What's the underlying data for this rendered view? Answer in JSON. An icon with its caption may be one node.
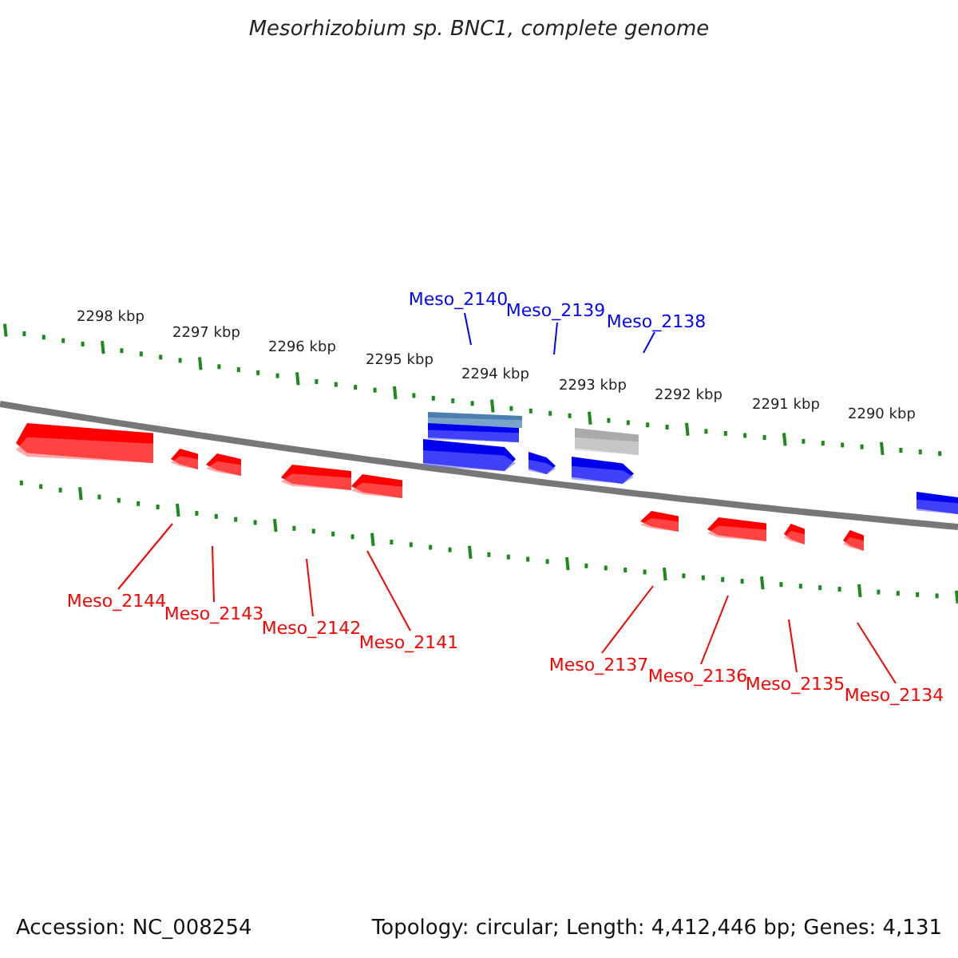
{
  "diagram": {
    "title": "Mesorhizobium sp. BNC1, complete genome",
    "nodes": [
      {
        "text": [
          "Meso_2140"
        ]
      },
      {
        "text": [
          "Meso_2139"
        ]
      },
      {
        "text": [
          "Meso_2138"
        ]
      },
      {
        "text": [
          "Meso_2144"
        ]
      },
      {
        "text": [
          "Meso_2143"
        ]
      },
      {
        "text": [
          "Meso_2142"
        ]
      },
      {
        "text": [
          "Meso_2141"
        ]
      },
      {
        "text": [
          "Meso_2137"
        ]
      },
      {
        "text": [
          "Meso_2136"
        ]
      },
      {
        "text": [
          "Meso_2135"
        ]
      },
      {
        "text": [
          "Meso_2134"
        ]
      }
    ],
    "edges": [
      {
        "from": 0,
        "to": null,
        "arrow": "none",
        "color": "#0000ff"
      },
      {
        "from": 1,
        "to": null,
        "arrow": "none",
        "color": "#0000ff"
      },
      {
        "from": 2,
        "to": null,
        "arrow": "none",
        "color": "#0000ff"
      },
      {
        "from": 3,
        "to": null,
        "arrow": "none"
      },
      {
        "from": 4,
        "to": null,
        "arrow": "none"
      },
      {
        "from": 5,
        "to": null,
        "arrow": "none"
      },
      {
        "from": 6,
        "to": null,
        "arrow": "none"
      },
      {
        "from": 7,
        "to": null,
        "arrow": "none"
      },
      {
        "from": 8,
        "to": null,
        "arrow": "none"
      },
      {
        "from": 9,
        "to": null,
        "arrow": "none"
      },
      {
        "from": 10,
        "to": null,
        "arrow": "none"
      }
    ],
    "labels": [
      "2298 kbp",
      "2297 kbp",
      "2296 kbp",
      "2295 kbp",
      "2294 kbp",
      "2293 kbp",
      "2292 kbp",
      "2291 kbp",
      "2290 kbp",
      "Accession: NC_008254",
      "Topology: circular; Length: 4,412,446 bp; Genes: 4,131"
    ]
  }
}
